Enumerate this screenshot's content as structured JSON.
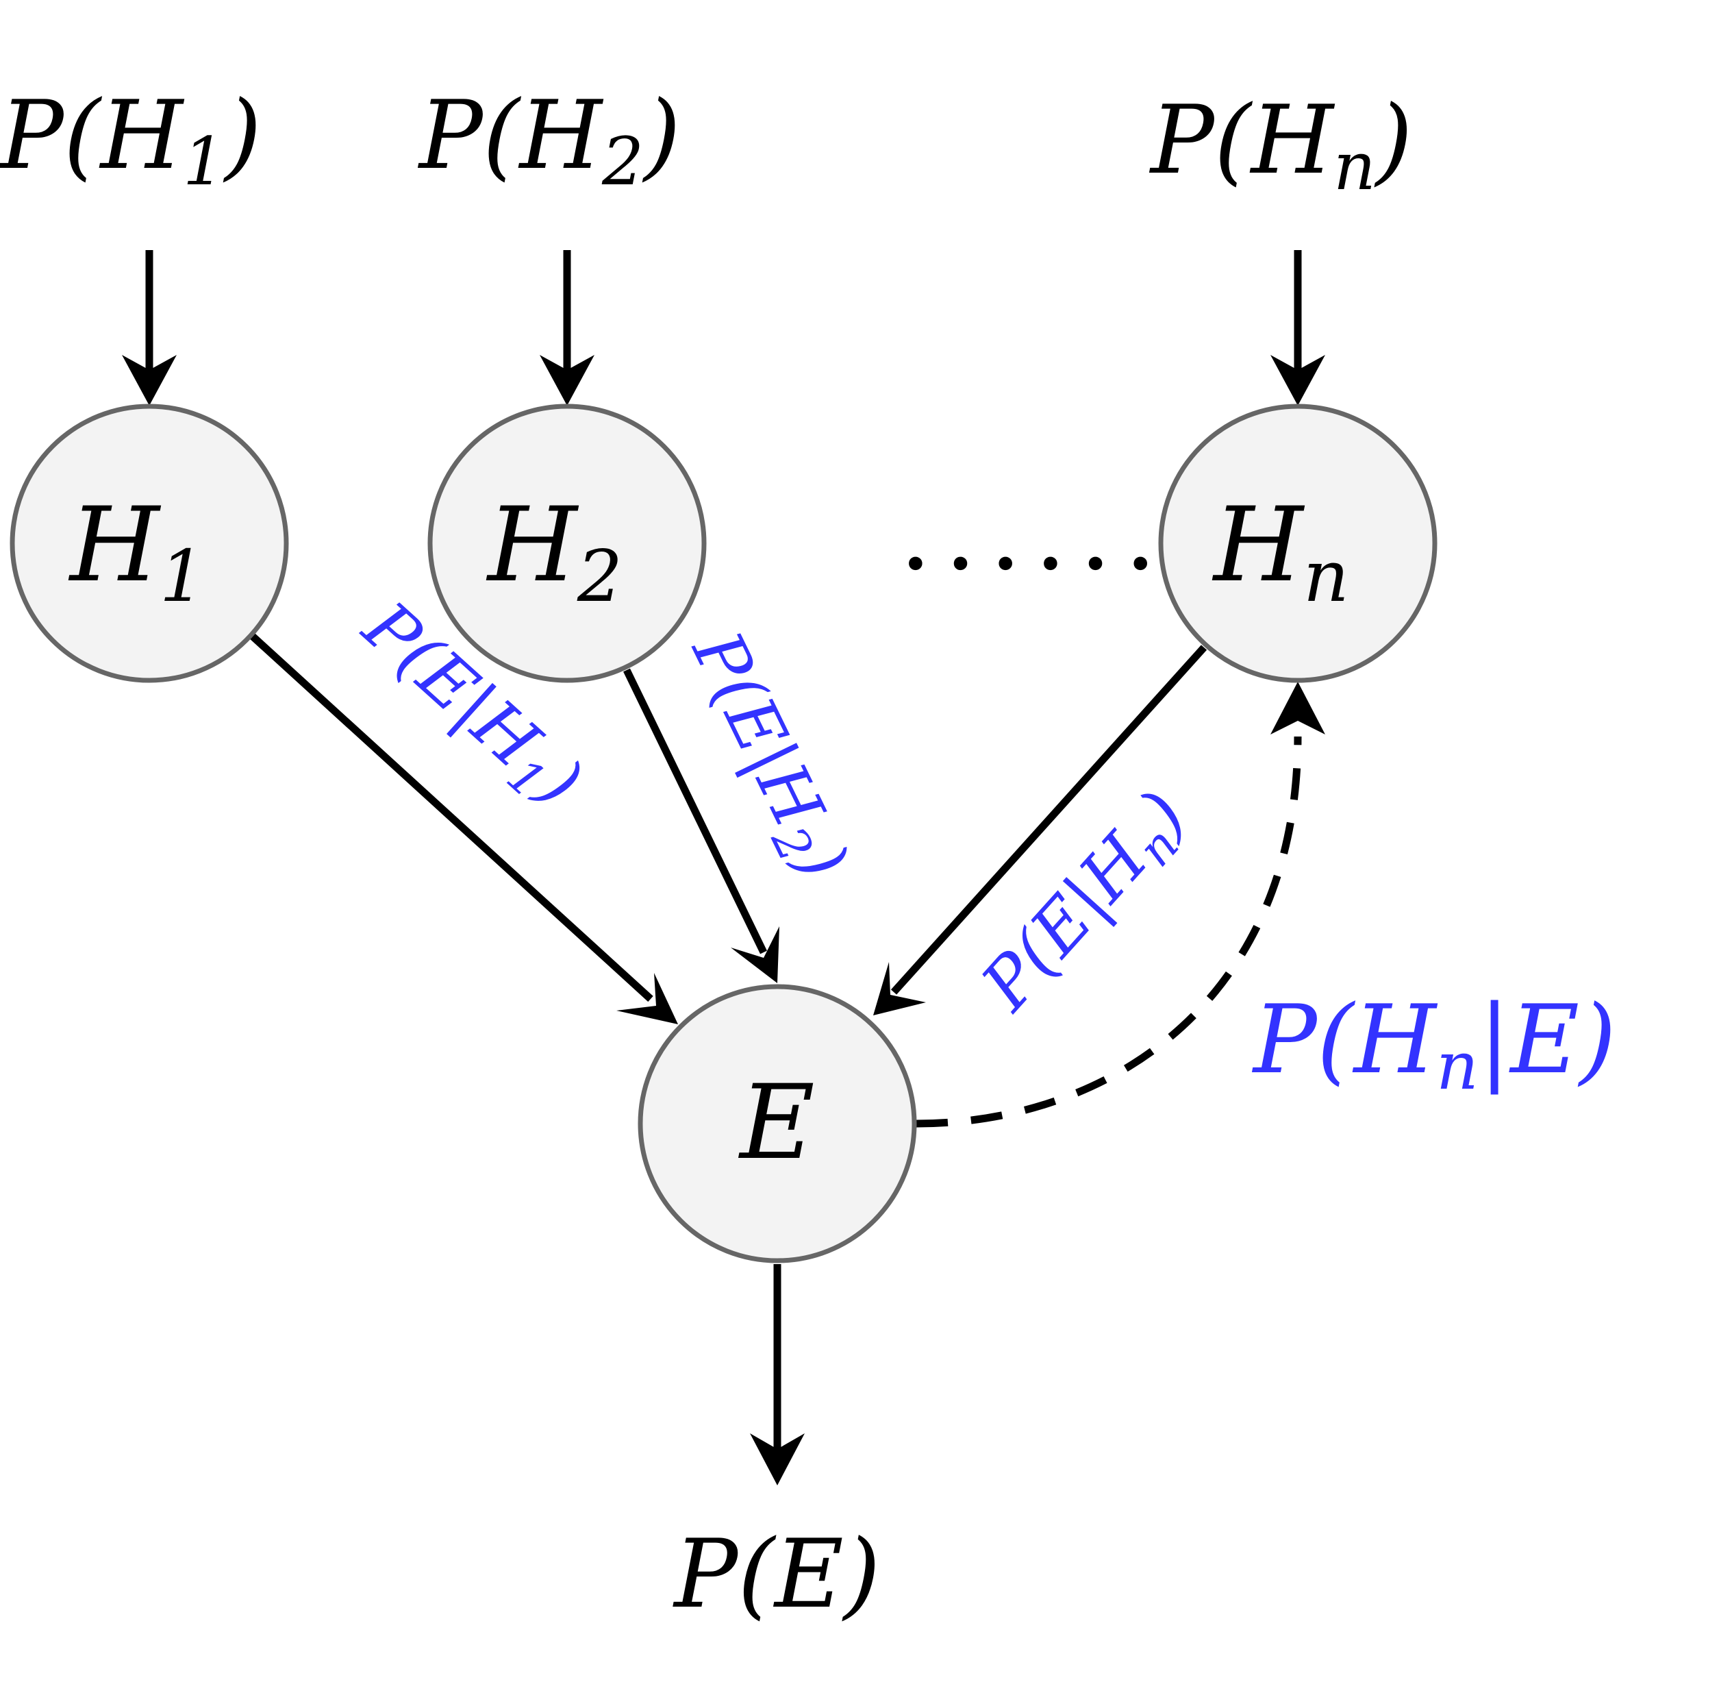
{
  "colors": {
    "node_fill": "#f3f3f3",
    "node_stroke": "#666666",
    "edge": "#000000",
    "conditional_label": "#3333ff",
    "text": "#000000"
  },
  "priors": {
    "h1": {
      "main": "P(H",
      "sub": "1",
      "close": ")"
    },
    "h2": {
      "main": "P(H",
      "sub": "2",
      "close": ")"
    },
    "hn": {
      "main": "P(H",
      "sub": "n",
      "close": ")"
    }
  },
  "nodes": {
    "h1": {
      "main": "H",
      "sub": "1"
    },
    "h2": {
      "main": "H",
      "sub": "2"
    },
    "hn": {
      "main": "H",
      "sub": "n"
    },
    "e": {
      "main": "E"
    }
  },
  "ellipsis": "......",
  "likelihoods": {
    "h1": {
      "main": "P(E|H",
      "sub": "1",
      "close": ")"
    },
    "h2": {
      "main": "P(E|H",
      "sub": "2",
      "close": ")"
    },
    "hn": {
      "main": "P(E|H",
      "sub": "n",
      "close": ")"
    }
  },
  "posterior": {
    "main": "P(H",
    "sub": "n",
    "close": "|E)"
  },
  "evidence": {
    "main": "P(E)"
  }
}
